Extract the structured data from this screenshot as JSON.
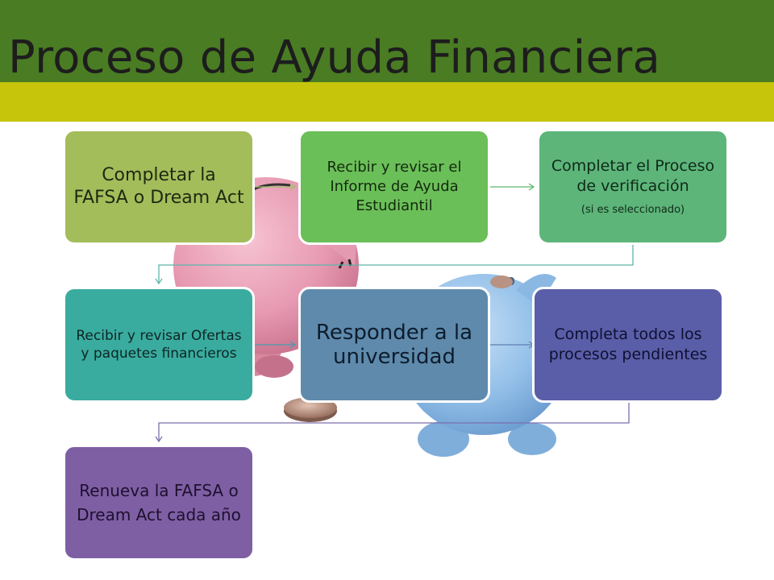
{
  "title": "Proceso de Ayuda Financiera",
  "colors": {
    "header_green": "#4a7c23",
    "header_olive": "#c6c50c",
    "step1": "#a3bd5b",
    "step2": "#6bbf58",
    "step3": "#5db57a",
    "step4": "#3aab9f",
    "step5": "#5f8aac",
    "step6": "#5a5ea8",
    "step7": "#7e5fa3"
  },
  "steps": [
    {
      "text": "Completar la FAFSA o Dream Act"
    },
    {
      "text": "Recibir y revisar el Informe de Ayuda Estudiantil"
    },
    {
      "text": "Completar el Proceso de verificación",
      "note": "(si es seleccionado)"
    },
    {
      "text": "Recibir y revisar Ofertas y paquetes financieros"
    },
    {
      "text": "Responder a la universidad"
    },
    {
      "text": "Completa todos los procesos pendientes"
    },
    {
      "text": "Renueva la FAFSA o Dream Act cada año"
    }
  ],
  "illustration": {
    "pink_piggy_bank": "pink-piggy-bank-icon",
    "blue_piggy_bank": "blue-piggy-bank-icon",
    "coin": "coin-icon"
  }
}
